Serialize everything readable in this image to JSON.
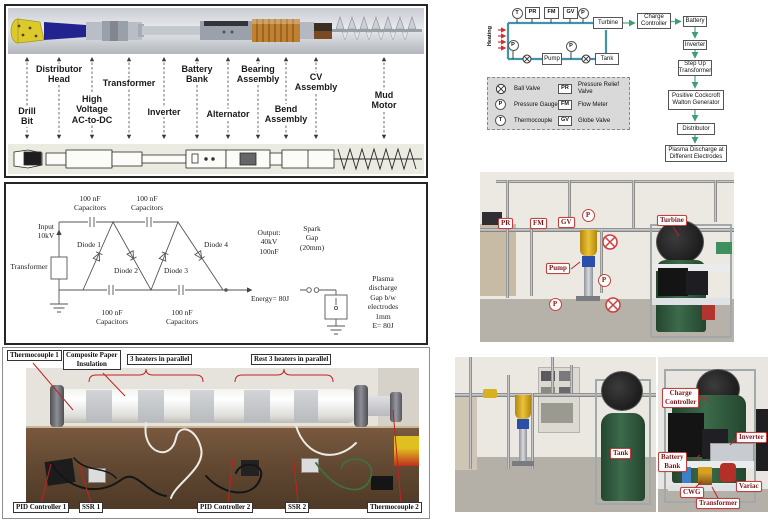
{
  "colors": {
    "pipe_teal": "#4292ab",
    "flow_green": "#5cb98c",
    "heating_red": "#d03030",
    "label_red_border": "#c64040",
    "label_red_text": "#7d1616",
    "legend_bg": "#d9d9d9",
    "tank_green": "#315a40",
    "pump_yellow": "#d8a61b",
    "battery_orange": "#c08030",
    "drill_bit_yellow": "#dcc92c"
  },
  "tool_panel": {
    "upper_labels": [
      "Distributor\nHead",
      "Transformer",
      "Battery\nBank",
      "Bearing\nAssembly",
      "CV\nAssembly",
      "Mud Motor"
    ],
    "lower_labels": [
      "Drill\nBit",
      "High\nVoltage\nAC-to-DC",
      "Inverter",
      "Alternator",
      "Bend\nAssembly"
    ]
  },
  "circuit_panel": {
    "input_label": "Input\n10kV",
    "transformer_label": "Transformer",
    "capacitor_label": "100 nF\nCapacitors",
    "diode_labels": [
      "Diode 1",
      "Diode 2",
      "Diode 3",
      "Diode 4"
    ],
    "output_label": "Output:\n40kV\n100nF",
    "energy_label": "Energy= 80J",
    "spark_gap_label": "Spark\nGap\n(20mm)",
    "plasma_label": "Plasma discharge\nGap b/w electrodes 1mm\nE= 80J"
  },
  "heater_panel": {
    "thermocouple1": "Thermocouple 1",
    "insulation": "Composite Paper\nInsulation",
    "heaters_front": "3 heaters in parallel",
    "heaters_rest": "Rest 3 heaters in parallel",
    "pid1": "PID Controller 1",
    "ssr1": "SSR 1",
    "pid2": "PID Controller 2",
    "ssr2": "SSR 2",
    "thermocouple2": "Thermocouple 2"
  },
  "flow_diagram": {
    "instruments": [
      "T",
      "PR",
      "FM",
      "GV",
      "P"
    ],
    "heating_label": "Heating",
    "turbine": "Turbine",
    "pump": "Pump",
    "tank": "Tank",
    "gauge": "P",
    "chain": [
      "Charge\nController",
      "Battery",
      "Inverter",
      "Step Up\nTransformer",
      "Positive Cockcroft\nWalton Generator",
      "Distributor",
      "Plasma Discharge at\nDifferent Electrodes"
    ],
    "legend": {
      "t": "T",
      "p": "P",
      "pr": "PR",
      "fm": "FM",
      "gv": "GV",
      "ball_valve": "Ball Valve",
      "pressure_gauge": "Pressure Gauge",
      "thermocouple": "Thermocouple",
      "pr_label": "Pressure Relief\nValve",
      "fm_label": "Flow Meter",
      "gv_label": "Globe Valve"
    }
  },
  "loop_photo": {
    "pr": "PR",
    "fm": "FM",
    "gv": "GV",
    "turbine": "Turbine",
    "pump": "Pump",
    "p": "P"
  },
  "tank_photo": {
    "tank": "Tank"
  },
  "cart_photo": {
    "charge_controller": "Charge\nController",
    "inverter": "Inverter",
    "battery_bank": "Battery\nBank",
    "cwg": "CWG",
    "variac": "Variac",
    "transformer": "Transformer"
  }
}
